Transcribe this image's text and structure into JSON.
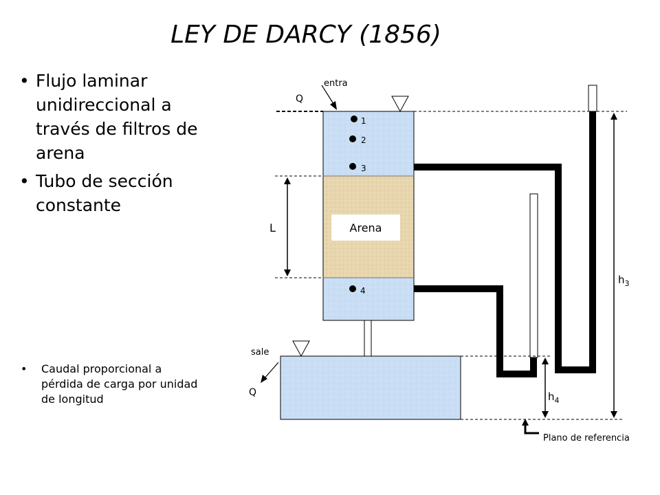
{
  "title": "LEY DE DARCY (1856)",
  "bullets": [
    "Flujo laminar unidireccional a través de filtros de arena",
    "Tubo de sección constante"
  ],
  "small_bullets": [
    "Caudal proporcional a pérdida de carga por unidad de longitud"
  ],
  "diagram": {
    "entra": "entra",
    "q_in": "Q",
    "sale": "sale",
    "q_out": "Q",
    "points": [
      "1",
      "2",
      "3",
      "4"
    ],
    "length_label": "L",
    "sand_label": "Arena",
    "h3_main": "h",
    "h3_sub": "3",
    "h4_main": "h",
    "h4_sub": "4",
    "datum": "Plano de referencia"
  },
  "colors": {
    "water": "#c7dcf3",
    "sand": "#e6d3ab",
    "pipe": "#000000"
  }
}
